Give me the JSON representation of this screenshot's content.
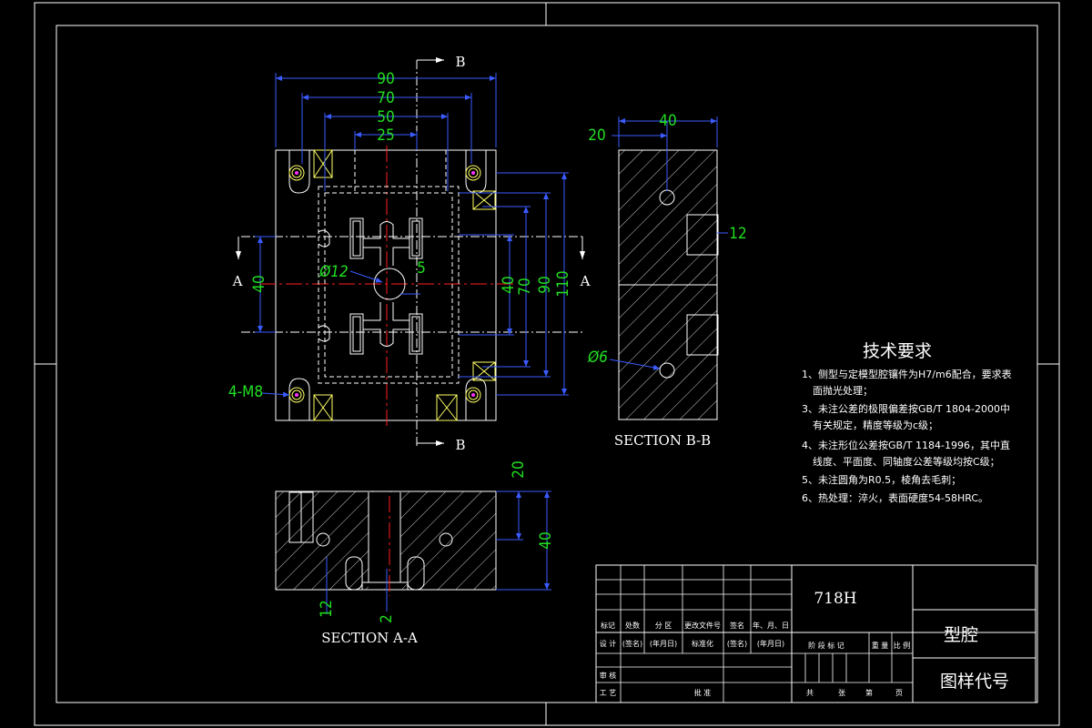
{
  "views": {
    "top": {
      "dimensions": {
        "d90": "90",
        "d70": "70",
        "d50": "50",
        "d25": "25",
        "d40_left": "40",
        "d5": "5",
        "d12": "Ø12",
        "d40_right": "40",
        "d70_right": "70",
        "d90_right": "90",
        "d110": "110",
        "m8": "4-M8"
      },
      "section_marks": {
        "b_top": "B",
        "b_bottom": "B",
        "a_left": "A",
        "a_right": "A"
      }
    },
    "section_b": {
      "title": "SECTION B-B",
      "dimensions": {
        "d20": "20",
        "d40": "40",
        "d12": "12",
        "d6": "Ø6"
      }
    },
    "section_a": {
      "title": "SECTION A-A",
      "dimensions": {
        "d20": "20",
        "d40": "40",
        "d12": "12",
        "d2": "2"
      }
    }
  },
  "tech_requirements": {
    "heading": "技术要求",
    "lines": [
      "1、侧型与定模型腔镶件为H7/m6配合，要求表",
      "面抛光处理；",
      "3、未注公差的极限偏差按GB/T 1804-2000中",
      "有关规定，精度等级为c级；",
      "4、未注形位公差按GB/T 1184-1996，其中直",
      "线度、平面度、同轴度公差等级均按C级；",
      "5、未注圆角为R0.5，棱角去毛刺；",
      "6、热处理：淬火，表面硬度54-58HRC。"
    ]
  },
  "title_block": {
    "material": "718H",
    "part_name": "型腔",
    "drawing_code": "图样代号",
    "row1": [
      "标记",
      "处数",
      "分 区",
      "更改文件号",
      "签名",
      "年、月、日"
    ],
    "row2": [
      "设 计",
      "(签名)",
      "(年月日)",
      "标准化",
      "(签名)",
      "(年月日)"
    ],
    "row3_right": [
      "阶 段 标 记",
      "重 量",
      "比 例"
    ],
    "row4": [
      "审 核"
    ],
    "row5": [
      "工 艺",
      "批 准"
    ],
    "row5_right": [
      "共",
      "张",
      "第",
      "页"
    ]
  }
}
